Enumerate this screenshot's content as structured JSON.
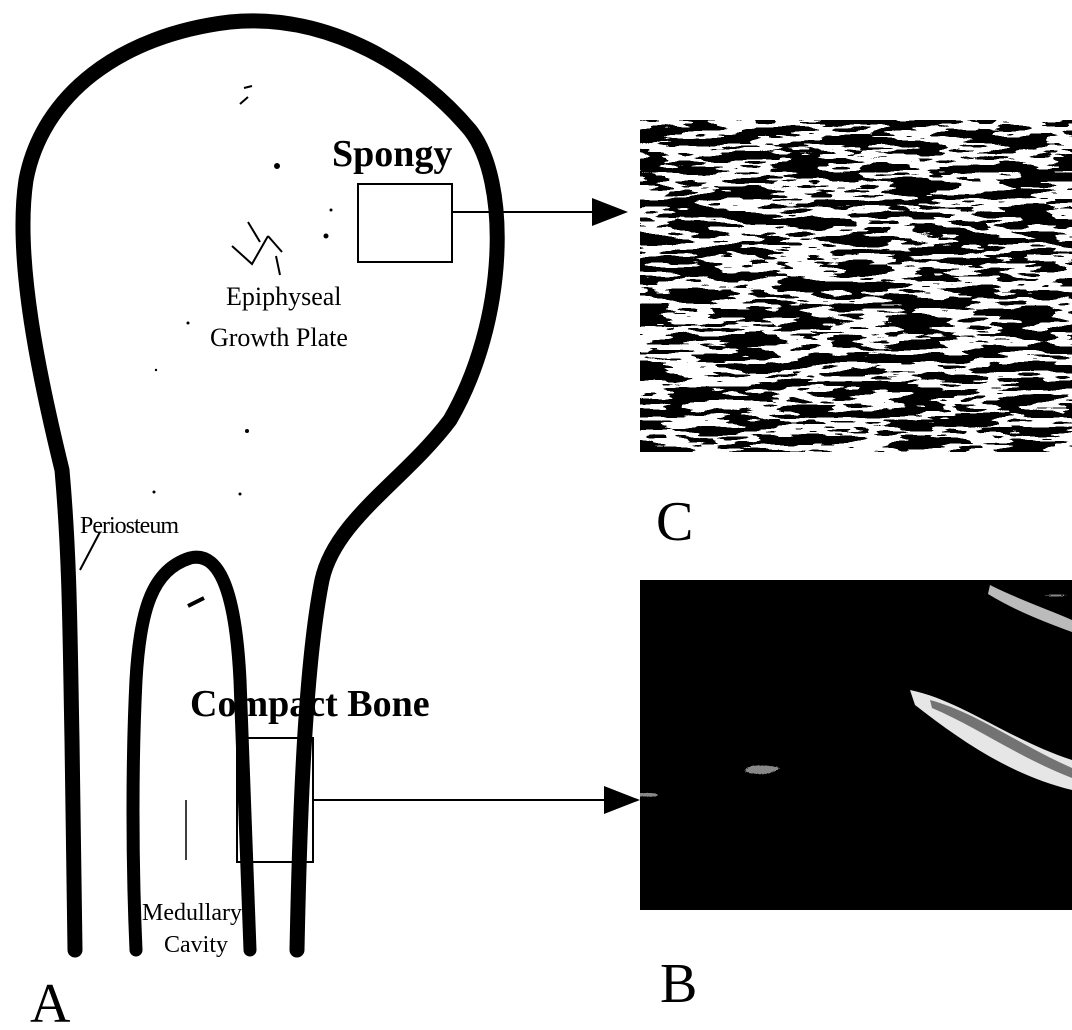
{
  "labels": {
    "spongy": "Spongy",
    "epiphyseal_line1": "Epiphyseal",
    "epiphyseal_line2": "Growth Plate",
    "periosteum": "Periosteum",
    "compact_bone": "Compact Bone",
    "medullary_line1": "Medullary",
    "medullary_line2": "Cavity"
  },
  "panels": {
    "a": "A",
    "b": "B",
    "c": "C"
  },
  "colors": {
    "ink": "#000000",
    "background": "#ffffff"
  }
}
